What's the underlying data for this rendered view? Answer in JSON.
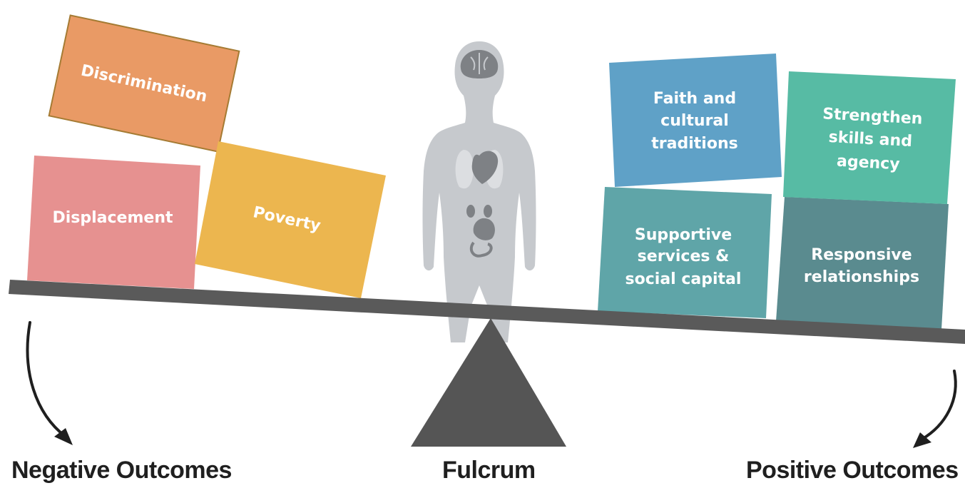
{
  "boxes": {
    "discrimination": {
      "label": "Discrimination",
      "color": "#e99a65"
    },
    "displacement": {
      "label": "Displacement",
      "color": "#e69190"
    },
    "poverty": {
      "label": "Poverty",
      "color": "#ecb64f"
    },
    "faith": {
      "line1": "Faith and",
      "line2": "cultural",
      "line3": "traditions",
      "color": "#5fa1c7"
    },
    "strengthen": {
      "line1": "Strengthen",
      "line2": "skills  and",
      "line3": "agency",
      "color": "#57bba4"
    },
    "supportive": {
      "line1": "Supportive",
      "line2": "services &",
      "line3": "social capital",
      "color": "#5fa5a8"
    },
    "responsive": {
      "line1": "Responsive",
      "line2": "relationships",
      "color": "#5a8b8f"
    }
  },
  "labels": {
    "negative": "Negative Outcomes",
    "fulcrum": "Fulcrum",
    "positive": "Positive Outcomes"
  },
  "colors": {
    "beam": "#5a5a5a",
    "fulcrum": "#555555",
    "figure": "#c6c9cd",
    "organs": "#7e8185",
    "arrow": "#1f1f1f"
  }
}
